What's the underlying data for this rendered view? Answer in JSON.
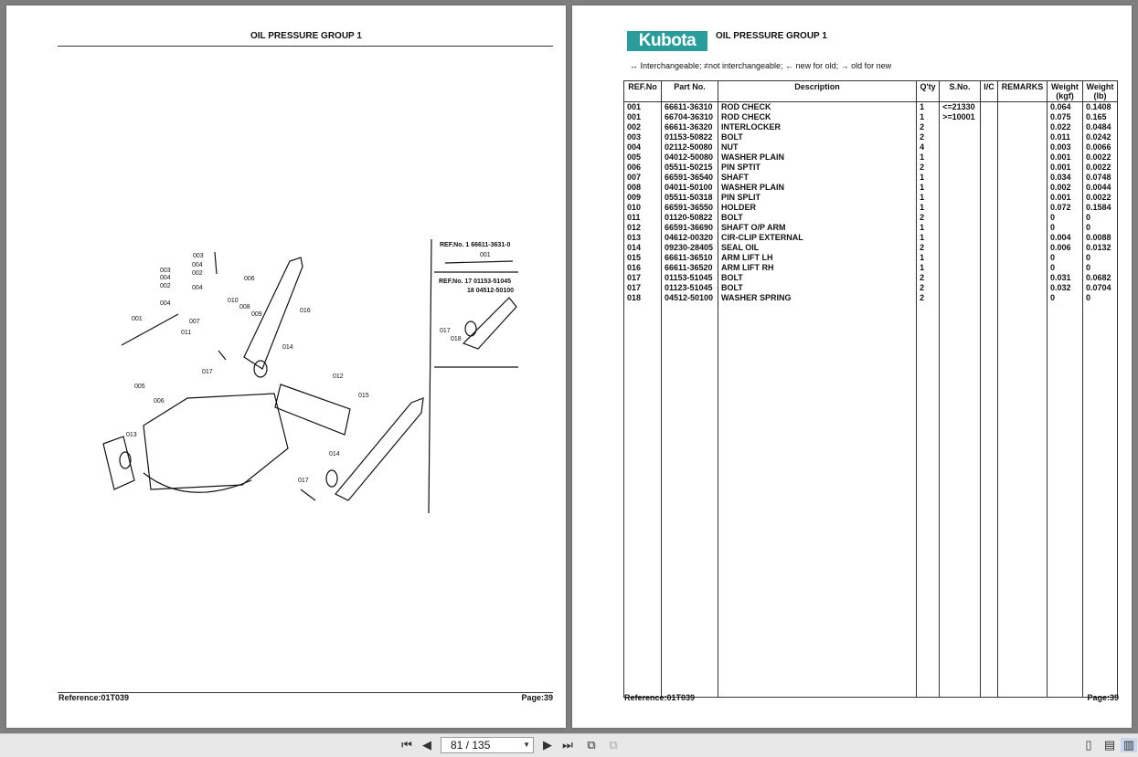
{
  "left_page": {
    "title": "OIL PRESSURE GROUP 1",
    "footer_reference": "Reference:01T039",
    "footer_page": "Page:39",
    "diagram_labels": [
      "003",
      "004",
      "002",
      "006",
      "003",
      "004",
      "002",
      "004",
      "010",
      "008",
      "009",
      "016",
      "004",
      "001",
      "007",
      "011",
      "014",
      "017",
      "012",
      "005",
      "006",
      "015",
      "013",
      "014",
      "017"
    ],
    "inset_top_text": "REF.No. 1 66611-3631-0",
    "inset_top_label": "001",
    "inset_bottom_text1": "REF.No. 17 01153-51045",
    "inset_bottom_text2": "18 04512-50100",
    "inset_bottom_labels": [
      "017",
      "018"
    ]
  },
  "right_page": {
    "logo": "Kubota",
    "title": "OIL PRESSURE GROUP 1",
    "legend": "↔ Interchangeable;   ≠not interchangeable;   ← new for old;   → old for new",
    "columns": [
      "REF.No",
      "Part No.",
      "Description",
      "Q'ty",
      "S.No.",
      "I/C",
      "REMARKS",
      "Weight (kgf)",
      "Weight (lb)"
    ],
    "rows": [
      [
        "001",
        "66611-36310",
        "ROD CHECK",
        "1",
        "<=21330",
        "",
        "",
        "0.064",
        "0.1408"
      ],
      [
        "001",
        "66704-36310",
        "ROD CHECK",
        "1",
        ">=10001",
        "",
        "",
        "0.075",
        "0.165"
      ],
      [
        "002",
        "66611-36320",
        "INTERLOCKER",
        "2",
        "",
        "",
        "",
        "0.022",
        "0.0484"
      ],
      [
        "003",
        "01153-50822",
        "BOLT",
        "2",
        "",
        "",
        "",
        "0.011",
        "0.0242"
      ],
      [
        "004",
        "02112-50080",
        "NUT",
        "4",
        "",
        "",
        "",
        "0.003",
        "0.0066"
      ],
      [
        "005",
        "04012-50080",
        "WASHER PLAIN",
        "1",
        "",
        "",
        "",
        "0.001",
        "0.0022"
      ],
      [
        "006",
        "05511-50215",
        "PIN SPTIT",
        "2",
        "",
        "",
        "",
        "0.001",
        "0.0022"
      ],
      [
        "007",
        "66591-36540",
        "SHAFT",
        "1",
        "",
        "",
        "",
        "0.034",
        "0.0748"
      ],
      [
        "008",
        "04011-50100",
        "WASHER PLAIN",
        "1",
        "",
        "",
        "",
        "0.002",
        "0.0044"
      ],
      [
        "009",
        "05511-50318",
        "PIN SPLIT",
        "1",
        "",
        "",
        "",
        "0.001",
        "0.0022"
      ],
      [
        "010",
        "66591-36550",
        "HOLDER",
        "1",
        "",
        "",
        "",
        "0.072",
        "0.1584"
      ],
      [
        "011",
        "01120-50822",
        "BOLT",
        "2",
        "",
        "",
        "",
        "0",
        "0"
      ],
      [
        "012",
        "66591-36690",
        "SHAFT O/P ARM",
        "1",
        "",
        "",
        "",
        "0",
        "0"
      ],
      [
        "013",
        "04612-00320",
        "CIR-CLIP EXTERNAL",
        "1",
        "",
        "",
        "",
        "0.004",
        "0.0088"
      ],
      [
        "014",
        "09230-28405",
        "SEAL OIL",
        "2",
        "",
        "",
        "",
        "0.006",
        "0.0132"
      ],
      [
        "015",
        "66611-36510",
        "ARM LIFT LH",
        "1",
        "",
        "",
        "",
        "0",
        "0"
      ],
      [
        "016",
        "66611-36520",
        "ARM LIFT RH",
        "1",
        "",
        "",
        "",
        "0",
        "0"
      ],
      [
        "017",
        "01153-51045",
        "BOLT",
        "2",
        "",
        "",
        "",
        "0.031",
        "0.0682"
      ],
      [
        "017",
        "01123-51045",
        "BOLT",
        "2",
        "",
        "",
        "",
        "0.032",
        "0.0704"
      ],
      [
        "018",
        "04512-50100",
        "WASHER SPRING",
        "2",
        "",
        "",
        "",
        "0",
        "0"
      ]
    ],
    "footer_reference": "Reference:01T039",
    "footer_page": "Page:39"
  },
  "toolbar": {
    "page_indicator": "81 / 135",
    "icons": [
      "first-page-icon",
      "prev-page-icon",
      "next-page-icon",
      "last-page-icon",
      "copy-icon",
      "paste-icon",
      "single-page-view-icon",
      "continuous-view-icon",
      "two-page-view-icon"
    ]
  }
}
